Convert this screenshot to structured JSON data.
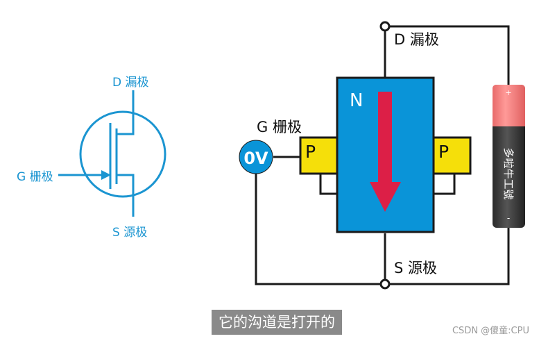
{
  "symbol": {
    "drain_label": "D 漏极",
    "gate_label": "G 栅极",
    "source_label": "S 源极",
    "color": "#1b95d1"
  },
  "device": {
    "channel_label": "N",
    "p_left_label": "P",
    "p_right_label": "P",
    "channel_color": "#0a94d8",
    "p_color": "#f5df0a",
    "arrow_color": "#dc1f47"
  },
  "circuit": {
    "drain_label": "D 漏极",
    "source_label": "S 源极",
    "gate_label": "G 栅极",
    "gate_voltage": "0V"
  },
  "battery": {
    "text": "多啦牛工號",
    "plus": "+",
    "minus": "-"
  },
  "caption": "它的沟道是打开的",
  "watermark": "CSDN @傻童:CPU"
}
